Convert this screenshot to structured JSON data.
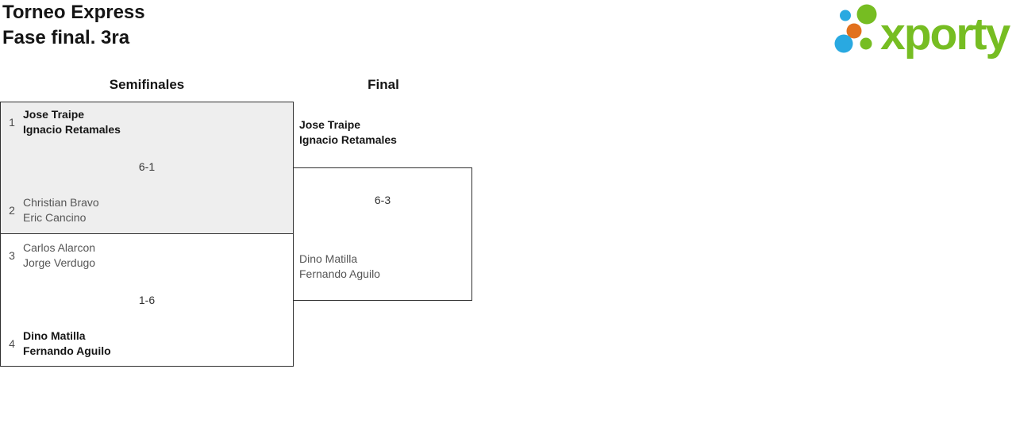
{
  "header": {
    "title": "Torneo Express",
    "subtitle": "Fase final. 3ra"
  },
  "logo": {
    "text": "xporty",
    "colors": {
      "green": "#76bd22",
      "blue": "#29a9e1",
      "orange": "#e2711d"
    }
  },
  "bracket": {
    "rounds": [
      {
        "label": "Semifinales"
      },
      {
        "label": "Final"
      }
    ],
    "semifinal_matches": [
      {
        "score": "6-1",
        "highlighted": true,
        "teams": [
          {
            "seed": "1",
            "players": [
              "Jose Traipe",
              "Ignacio Retamales"
            ],
            "winner": true
          },
          {
            "seed": "2",
            "players": [
              "Christian Bravo",
              "Eric Cancino"
            ],
            "winner": false
          }
        ]
      },
      {
        "score": "1-6",
        "highlighted": false,
        "teams": [
          {
            "seed": "3",
            "players": [
              "Carlos Alarcon",
              "Jorge Verdugo"
            ],
            "winner": false
          },
          {
            "seed": "4",
            "players": [
              "Dino Matilla",
              "Fernando Aguilo"
            ],
            "winner": true
          }
        ]
      }
    ],
    "final_match": {
      "score": "6-3",
      "teams": [
        {
          "players": [
            "Jose Traipe",
            "Ignacio Retamales"
          ],
          "winner": true
        },
        {
          "players": [
            "Dino Matilla",
            "Fernando Aguilo"
          ],
          "winner": false
        }
      ]
    }
  },
  "colors": {
    "highlight_match_bg": "#eeeeee",
    "border": "#2f2f2f",
    "winner_text": "#161616",
    "loser_text": "#555555"
  }
}
